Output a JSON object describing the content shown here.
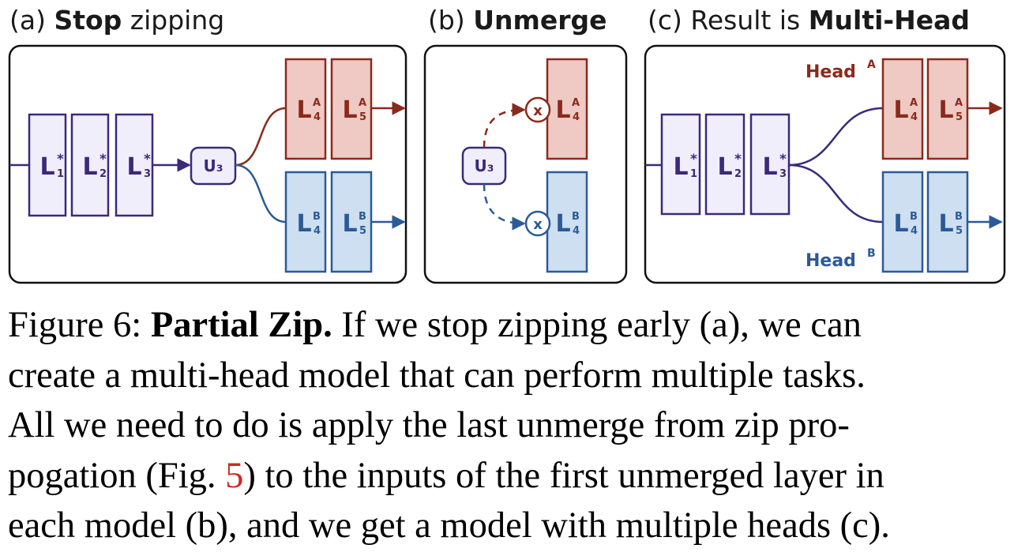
{
  "panels": {
    "a": {
      "prefix": "(a) ",
      "bold": "Stop",
      "suffix": " zipping"
    },
    "b": {
      "prefix": "(b) ",
      "bold": "Unmerge",
      "suffix": ""
    },
    "c": {
      "prefix": "(c) Result is ",
      "bold": "Multi-Head",
      "suffix": ""
    }
  },
  "layers": {
    "base": "L",
    "merged_sup": "*",
    "merged_subs": [
      "1",
      "2",
      "3"
    ],
    "head_subs": [
      "4",
      "5"
    ],
    "sup_a": "A",
    "sup_b": "B",
    "unmerge": "U₃",
    "times": "x"
  },
  "heads": {
    "a_label": "Head",
    "a_sup": "A",
    "b_label": "Head",
    "b_sup": "B"
  },
  "colors": {
    "merged_fill": "#f1eefc",
    "merged_stroke": "#3a2a78",
    "a_fill": "#efc9c4",
    "a_stroke": "#8a2a1c",
    "b_fill": "#cddff0",
    "b_stroke": "#2c5a98",
    "text": "#1a1a1a"
  },
  "caption": {
    "fig": "Figure 6: ",
    "title": "Partial Zip.",
    "line1_rest": " If we stop zipping early (a), we can",
    "line2": "create a multi-head model that can perform multiple tasks.",
    "line3": "All we need to do is apply the last unmerge from zip pro-",
    "line4_a": "pogation (Fig. ",
    "line4_ref": "5",
    "line4_b": ") to the inputs of the first unmerged layer in",
    "line5": "each model (b), and we get a model with multiple heads (c)."
  }
}
